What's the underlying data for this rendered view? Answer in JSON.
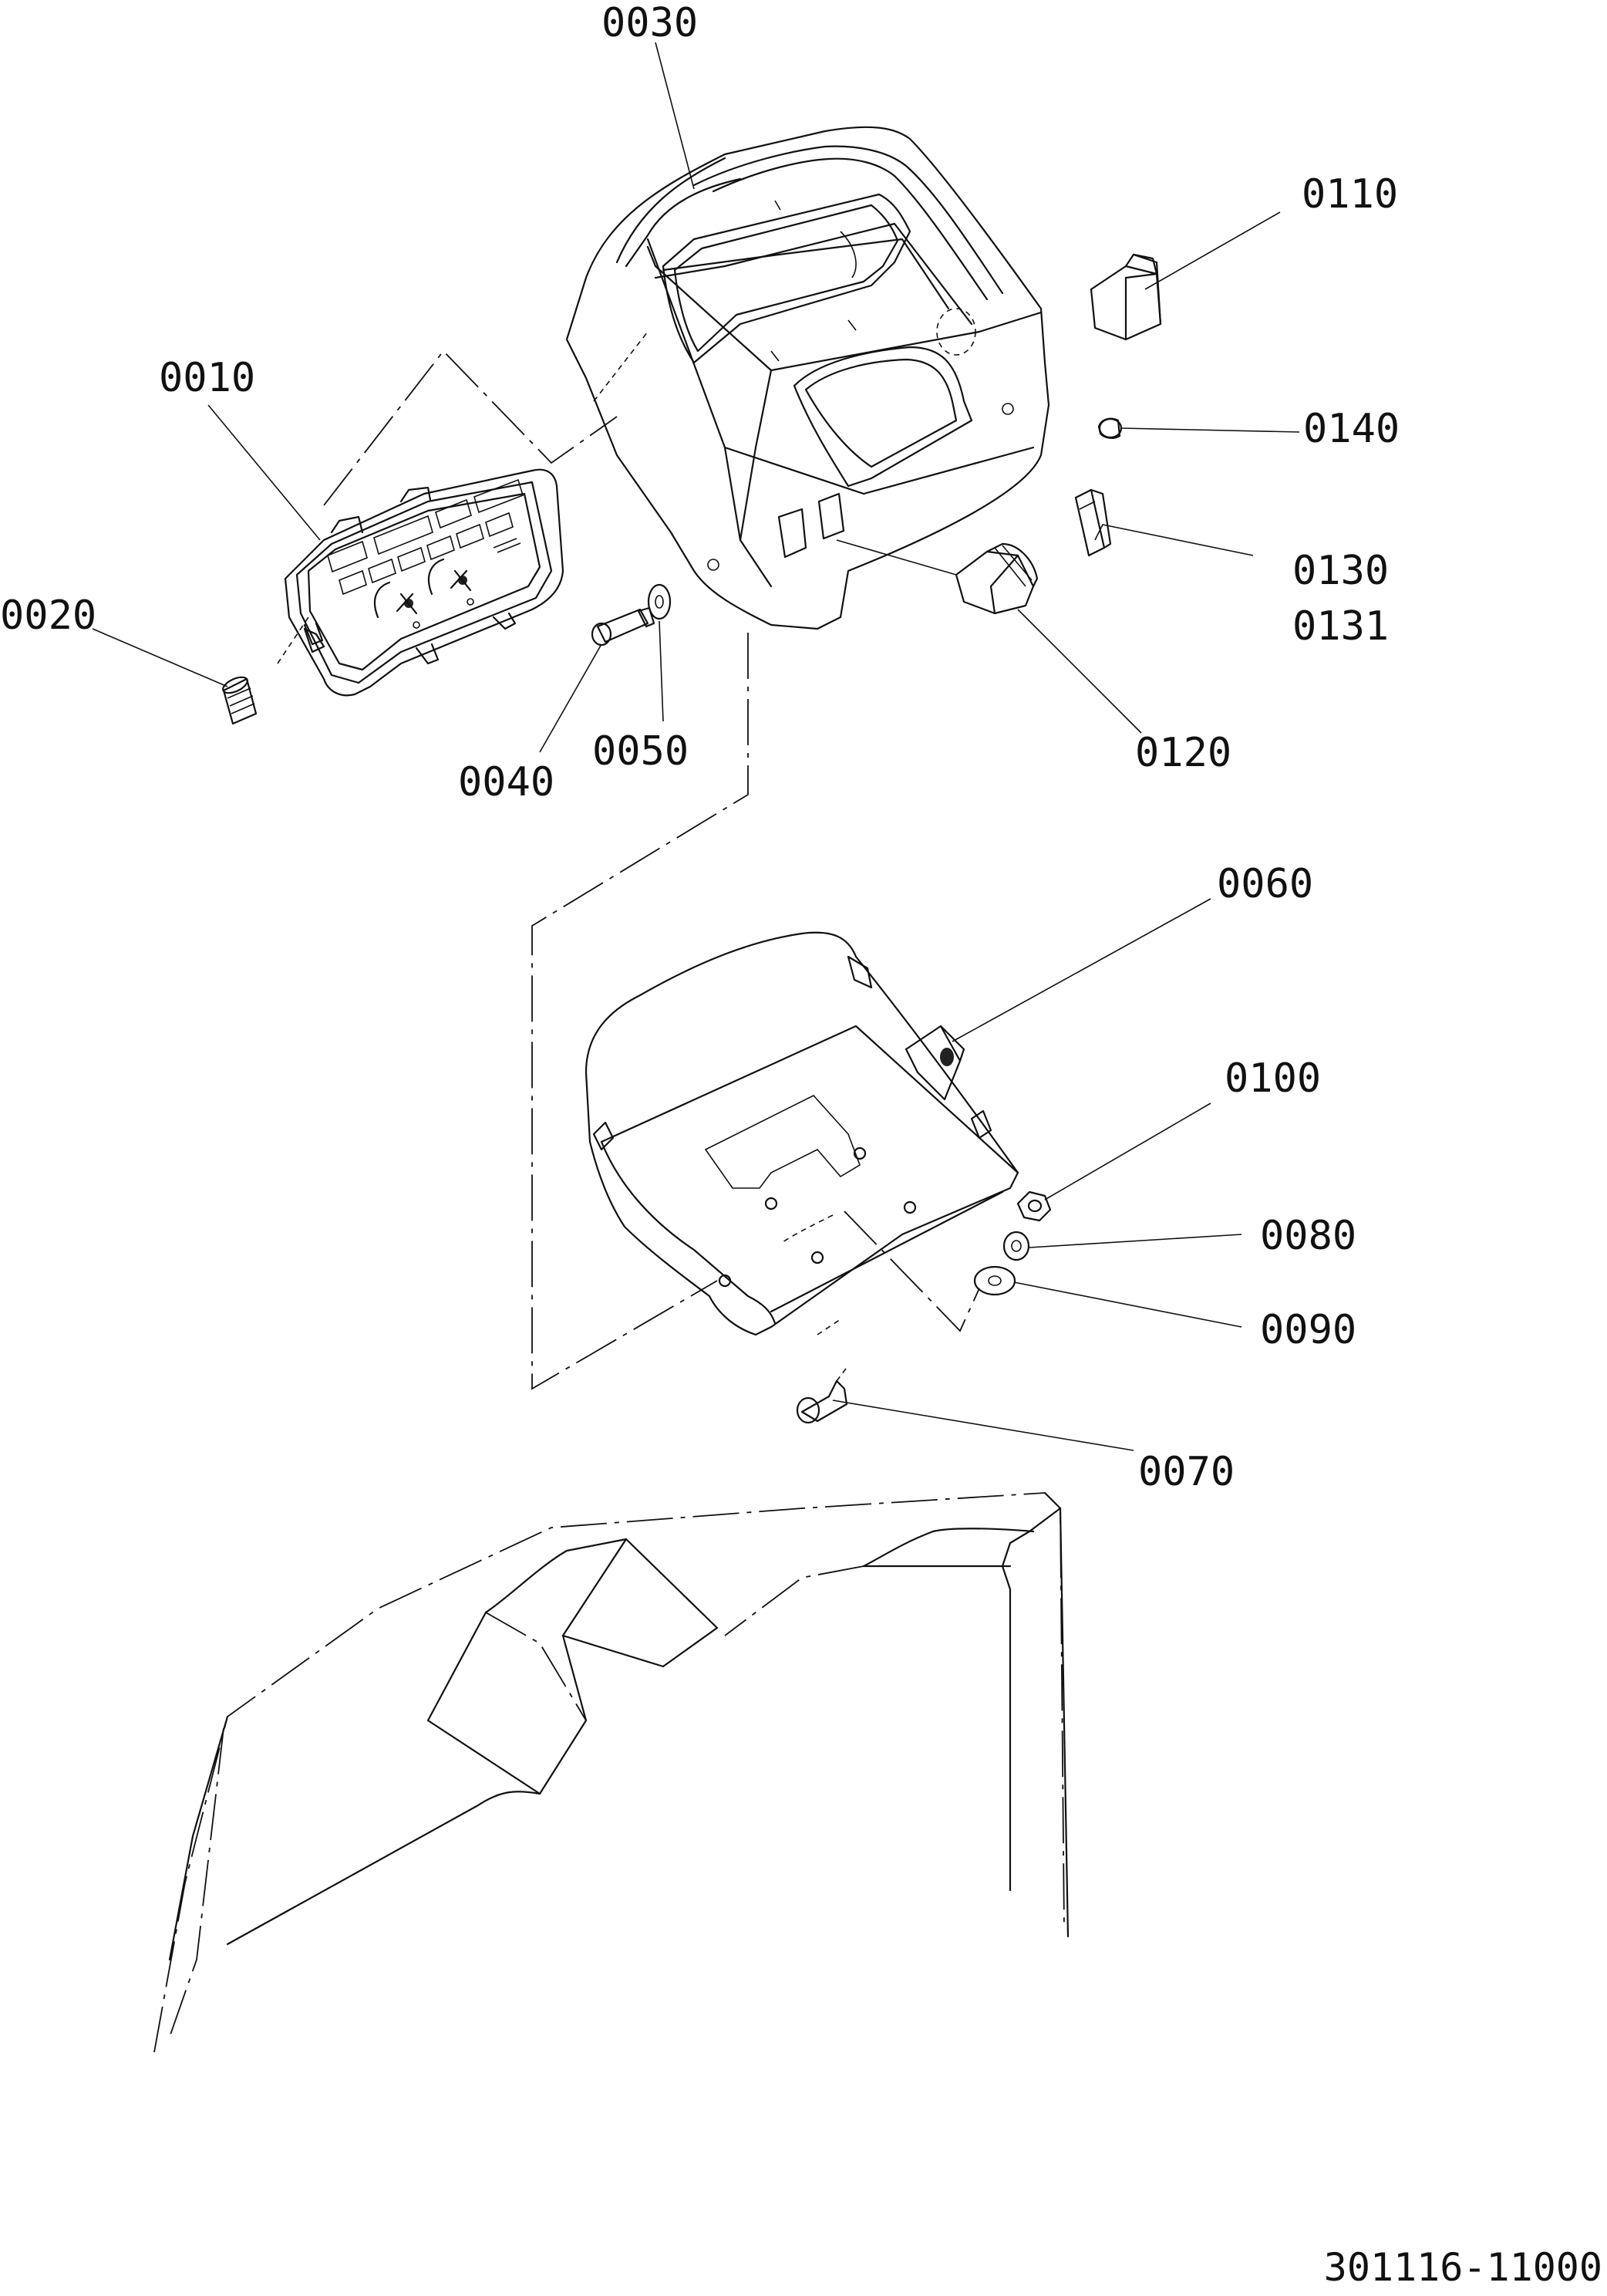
{
  "callouts": [
    {
      "id": "0030",
      "text": "0030"
    },
    {
      "id": "0110",
      "text": "0110"
    },
    {
      "id": "0010",
      "text": "0010"
    },
    {
      "id": "0140",
      "text": "0140"
    },
    {
      "id": "0020",
      "text": "0020"
    },
    {
      "id": "0130",
      "text": "0130"
    },
    {
      "id": "0131",
      "text": "0131"
    },
    {
      "id": "0050",
      "text": "0050"
    },
    {
      "id": "0040",
      "text": "0040"
    },
    {
      "id": "0120",
      "text": "0120"
    },
    {
      "id": "0060",
      "text": "0060"
    },
    {
      "id": "0100",
      "text": "0100"
    },
    {
      "id": "0080",
      "text": "0080"
    },
    {
      "id": "0090",
      "text": "0090"
    },
    {
      "id": "0070",
      "text": "0070"
    }
  ],
  "document_number": "301116-11000"
}
